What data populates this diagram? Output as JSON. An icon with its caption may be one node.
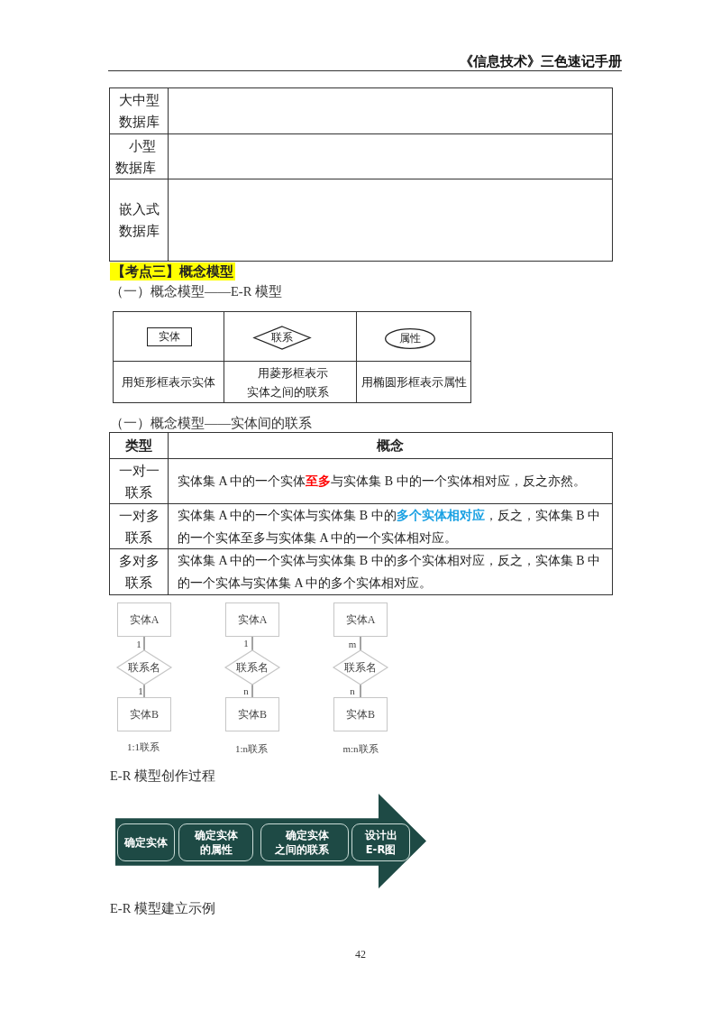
{
  "diagram": {
    "nodes": [
      {
        "text": [
          "实体"
        ]
      },
      {
        "text": [
          "联系"
        ]
      },
      {
        "text": [
          "属性"
        ]
      },
      {
        "text": [
          "实体A"
        ]
      },
      {
        "text": [
          "联系名"
        ]
      },
      {
        "text": [
          "实体B"
        ]
      },
      {
        "text": [
          "实体A"
        ]
      },
      {
        "text": [
          "联系名"
        ]
      },
      {
        "text": [
          "实体B"
        ]
      },
      {
        "text": [
          "实体A"
        ]
      },
      {
        "text": [
          "联系名"
        ]
      },
      {
        "text": [
          "实体B"
        ]
      },
      {
        "text": [],
        "shape": "arrow"
      },
      {
        "text": [
          "确定实体"
        ],
        "in": 12
      },
      {
        "text": [
          "确定实体的属性"
        ],
        "in": 12
      },
      {
        "text": [
          "确定实体之间的联系"
        ],
        "in": 12
      },
      {
        "text": [
          "设计出E-R图"
        ],
        "in": 12
      }
    ],
    "edges": [
      {
        "from": 3,
        "to": 4,
        "arrow": "none",
        "label": "1"
      },
      {
        "from": 4,
        "to": 5,
        "arrow": "none",
        "label": "1"
      },
      {
        "from": 6,
        "to": 7,
        "arrow": "none",
        "label": "1"
      },
      {
        "from": 7,
        "to": 8,
        "arrow": "none",
        "label": "n"
      },
      {
        "from": 9,
        "to": 10,
        "arrow": "none",
        "label": "m"
      },
      {
        "from": 10,
        "to": 11,
        "arrow": "none",
        "label": "n"
      }
    ],
    "labels": [
      "《信息技术》三色速记手册",
      "大中型数据库",
      "小型数据库",
      "嵌入式数据库",
      "【考点三】概念模型",
      "（一）概念模型——E-R 模型",
      "用矩形框表示实体",
      "用菱形框表示实体之间的联系",
      "用椭圆形框表示属性",
      "（一）概念模型——实体间的联系",
      "类型",
      "概念",
      "一对一联系",
      "实体集 A 中的一个实体**至多**与实体集 B 中的一个实体相对应，反之亦然。",
      "一对多联系",
      "实体集 A 中的一个实体与实体集 B 中的**多个实体相对应**，反之，实体集 B 中的一个实体至多与实体集 A 中的一个实体相对应。",
      "多对多联系",
      "实体集 A 中的一个实体与实体集 B 中的多个实体相对应，反之，实体集 B 中的一个实体与实体集 A 中的多个实体相对应。",
      "1:1联系",
      "1:n联系",
      "m:n联系",
      "E-R 模型创作过程",
      "E-R 模型建立示例",
      "42"
    ]
  }
}
